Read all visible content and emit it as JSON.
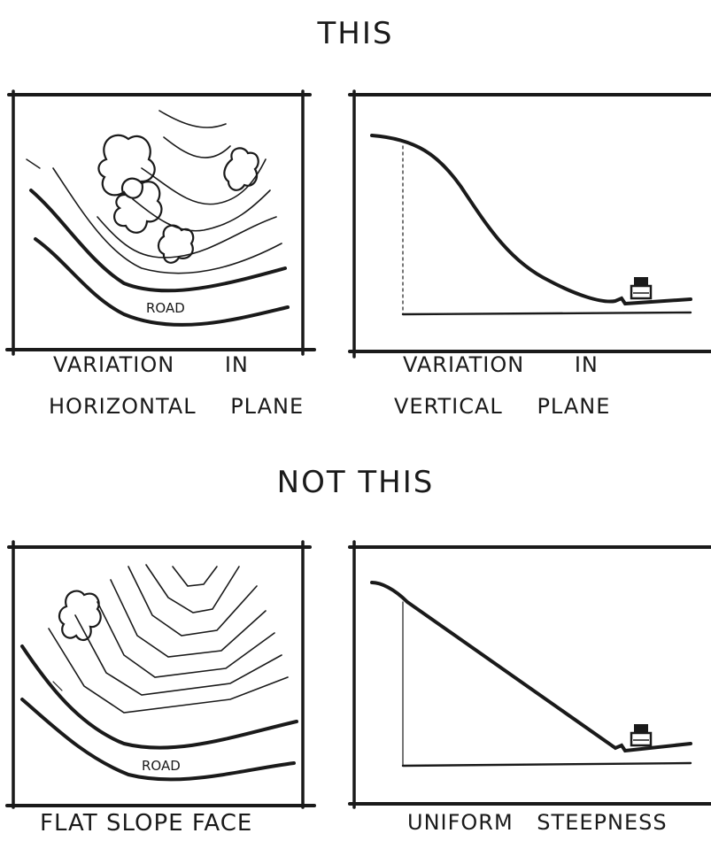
{
  "headings": {
    "good": "THIS",
    "bad": "NOT THIS"
  },
  "panels": {
    "good_plan": {
      "road_label": "ROAD",
      "caption_line1_a": "VARIATION",
      "caption_line1_b": "IN",
      "caption_line2_a": "HORIZONTAL",
      "caption_line2_b": "PLANE"
    },
    "good_section": {
      "caption_line1_a": "VARIATION",
      "caption_line1_b": "IN",
      "caption_line2_a": "VERTICAL",
      "caption_line2_b": "PLANE"
    },
    "bad_plan": {
      "road_label": "ROAD",
      "caption": "FLAT SLOPE FACE"
    },
    "bad_section": {
      "caption": "UNIFORM STEEPNESS"
    }
  },
  "colors": {
    "ink": "#1a1a1a",
    "paper": "#ffffff"
  }
}
